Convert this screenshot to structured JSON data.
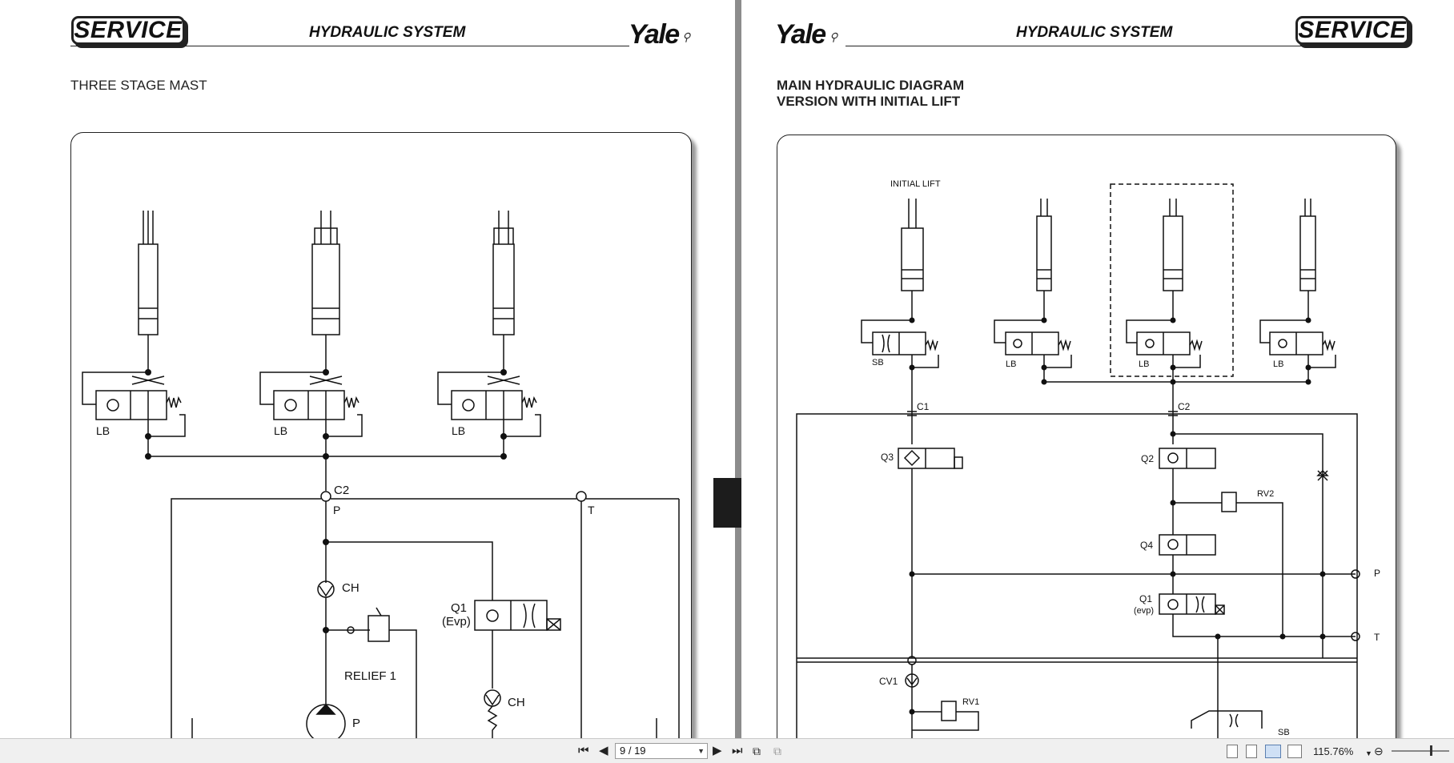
{
  "left_page": {
    "badge": "SERVICE",
    "header_title": "HYDRAULIC SYSTEM",
    "logo": "Yale",
    "section_title": "THREE STAGE MAST",
    "diagram_labels": {
      "lb": "LB",
      "c2": "C2",
      "p_port": "P",
      "t_port": "T",
      "check_valve": "CH",
      "relief": "RELIEF 1",
      "q1": "Q1",
      "q1_sub": "(Evp)",
      "pump": "P"
    }
  },
  "right_page": {
    "badge": "SERVICE",
    "header_title": "HYDRAULIC SYSTEM",
    "logo": "Yale",
    "section_title_line1": "MAIN HYDRAULIC DIAGRAM",
    "section_title_line2": "VERSION WITH INITIAL LIFT",
    "diagram_labels": {
      "initial_lift": "INITIAL LIFT",
      "sb": "SB",
      "lb": "LB",
      "c1": "C1",
      "c2": "C2",
      "q3": "Q3",
      "q2": "Q2",
      "rv2": "RV2",
      "q4": "Q4",
      "q1": "Q1",
      "q1_sub": "(evp)",
      "p_port": "P",
      "t_port": "T",
      "cv1": "CV1",
      "rv1": "RV1",
      "sb_bottom": "SB"
    }
  },
  "toolbar": {
    "page_indicator": "9 / 19",
    "zoom": "115.76%",
    "icons": [
      "first-page-icon",
      "prev-page-icon",
      "next-page-icon",
      "last-page-icon",
      "fit-width-icon",
      "fit-page-icon",
      "single-page-view-icon",
      "continuous-view-icon",
      "facing-view-icon",
      "continuous-facing-view-icon",
      "zoom-out-icon"
    ]
  }
}
